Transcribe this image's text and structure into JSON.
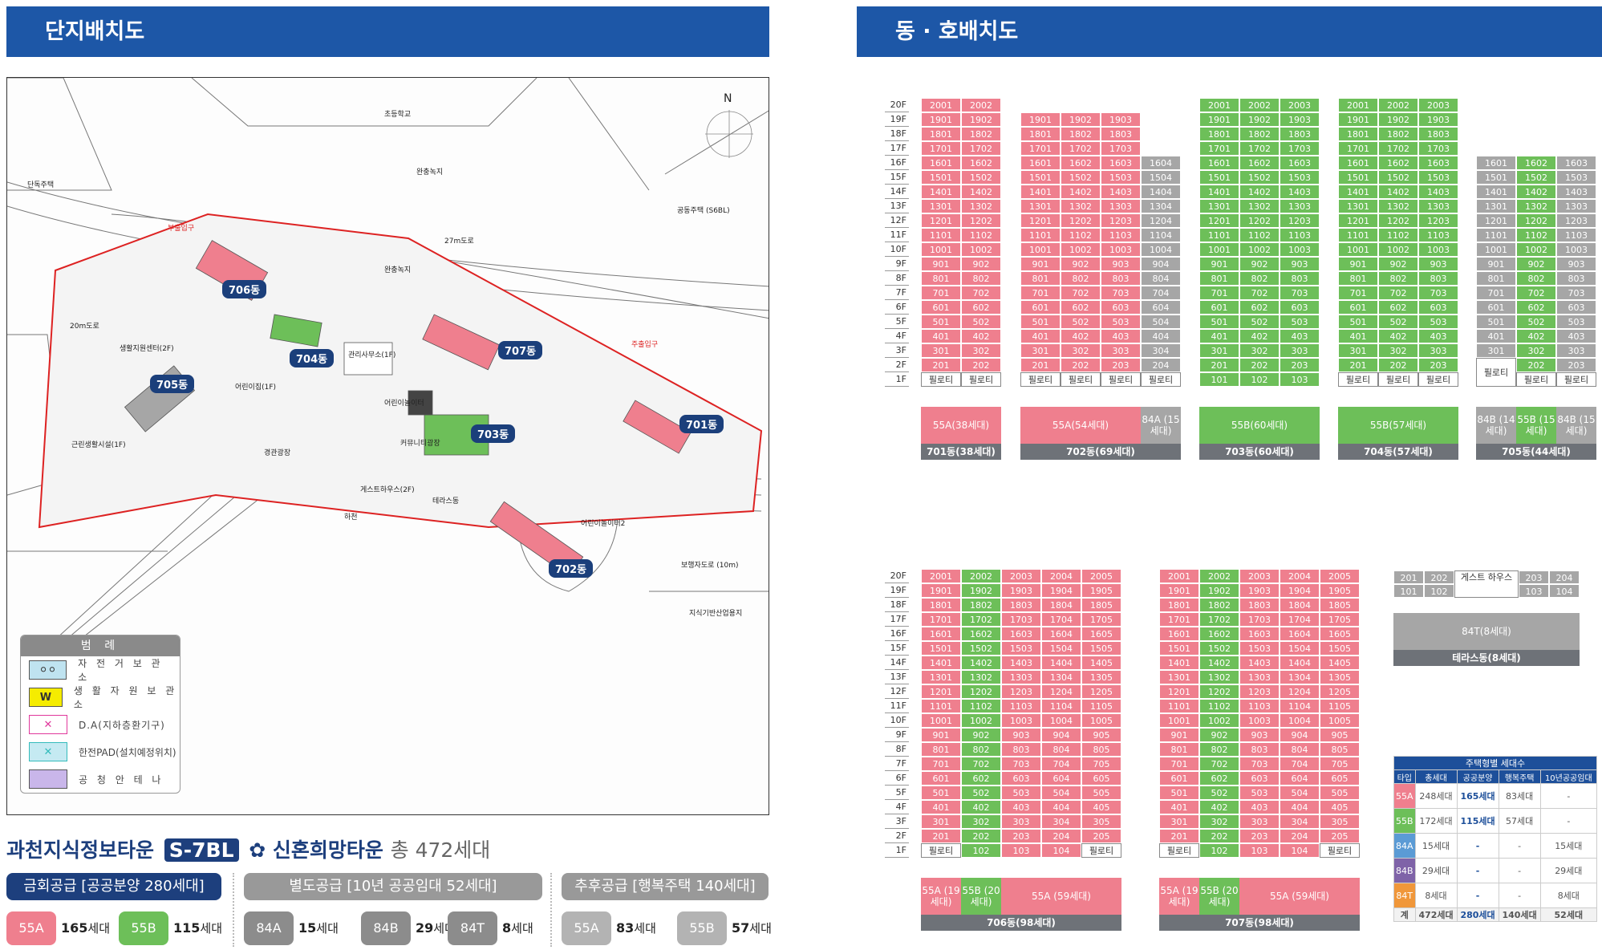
{
  "headers": {
    "left": "단지배치도",
    "right": "동 · 호배치도"
  },
  "map": {
    "labels": [
      "초등학교",
      "완충녹지",
      "단독주택",
      "공동주택 (S6BL)",
      "27m도로",
      "20m도로",
      "완충녹지",
      "어린이집(1F)",
      "관리사무소(1F)",
      "어린이놀이터",
      "커뮤니티광장",
      "게스트하우스(2F)",
      "하천",
      "어린이놀이터2",
      "보행자도로 (10m)",
      "지식기반산업용지",
      "경관광장",
      "주출입구",
      "부출입구",
      "근린생활시설(1F)",
      "생활지원센터(2F)",
      "테라스동"
    ],
    "dongs": [
      "706동",
      "704동",
      "705동",
      "703동",
      "707동",
      "701동",
      "702동"
    ],
    "north": "N"
  },
  "legend": {
    "title": "범 례",
    "items": [
      {
        "sw": "",
        "label": "자 전 거 보 관 소",
        "icon": "bicycle-icon"
      },
      {
        "sw": "W",
        "label": "생 활 자 원 보 관 소",
        "icon": "waste-icon"
      },
      {
        "sw": "",
        "label": "D.A(지하층환기구)",
        "icon": "vent-icon"
      },
      {
        "sw": "",
        "label": "한전PAD(설치예정위치)",
        "icon": "power-icon"
      },
      {
        "sw": "",
        "label": "공 청 안 테 나",
        "icon": "antenna-icon"
      }
    ]
  },
  "summary": {
    "title": "과천지식정보타운",
    "tag": "S-7BL",
    "brand": "신혼희망타운",
    "total": "총 472세대",
    "groups": [
      {
        "label": "금회공급 [공공분양 280세대]",
        "color": "#1d3f7d"
      },
      {
        "label": "별도공급 [10년 공공임대 52세대]",
        "color": "#999999"
      },
      {
        "label": "추후공급 [행복주택 140세대]",
        "color": "#999999"
      }
    ],
    "chips": [
      {
        "t": "55A",
        "c": "165",
        "color": "#ef7f8e"
      },
      {
        "t": "55B",
        "c": "115",
        "color": "#6dbf59"
      },
      {
        "t": "84A",
        "c": "15",
        "color": "#8c8c8c"
      },
      {
        "t": "84B",
        "c": "29",
        "color": "#8c8c8c"
      },
      {
        "t": "84T",
        "c": "8",
        "color": "#8c8c8c"
      },
      {
        "t": "55A",
        "c": "83",
        "color": "#b3b3b3"
      },
      {
        "t": "55B",
        "c": "57",
        "color": "#b3b3b3"
      }
    ],
    "unit": "세대"
  },
  "units": {
    "pilotis": "필로티"
  },
  "blocks": [
    {
      "name": "701동(38세대)",
      "floors": [
        20,
        20
      ],
      "pil": [
        1,
        1
      ],
      "colors": [
        "p",
        "p"
      ],
      "types": [
        {
          "t": "55A(38세대)",
          "c": "p",
          "w": 2
        }
      ]
    },
    {
      "name": "702동(69세대)",
      "floors": [
        19,
        19,
        19,
        16
      ],
      "pil": [
        1,
        1,
        1,
        1
      ],
      "colors": [
        "p",
        "p",
        "p",
        "gr"
      ],
      "types": [
        {
          "t": "55A(54세대)",
          "c": "p",
          "w": 3
        },
        {
          "t": "84A (15세대)",
          "c": "gr",
          "w": 1
        }
      ]
    },
    {
      "name": "703동(60세대)",
      "floors": [
        20,
        20,
        20
      ],
      "pil": [
        0,
        0,
        0
      ],
      "colors": [
        "g",
        "g",
        "g"
      ],
      "types": [
        {
          "t": "55B(60세대)",
          "c": "g",
          "w": 3
        }
      ]
    },
    {
      "name": "704동(57세대)",
      "floors": [
        20,
        20,
        20
      ],
      "pil": [
        1,
        1,
        1
      ],
      "colors": [
        "g",
        "g",
        "g"
      ],
      "types": [
        {
          "t": "55B(57세대)",
          "c": "g",
          "w": 3
        }
      ]
    },
    {
      "name": "705동(44세대)",
      "floors": [
        16,
        16,
        16
      ],
      "pil": [
        2,
        1,
        1
      ],
      "colors": [
        "gr",
        "g",
        "gr"
      ],
      "types": [
        {
          "t": "84B (14세대)",
          "c": "gr",
          "w": 1
        },
        {
          "t": "55B (15세대)",
          "c": "g",
          "w": 1
        },
        {
          "t": "84B (15세대)",
          "c": "gr",
          "w": 1
        }
      ]
    },
    {
      "name": "706동(98세대)",
      "floors": [
        20,
        20,
        20,
        20,
        20
      ],
      "pil": [
        1,
        0,
        0,
        0,
        1
      ],
      "colors": [
        "p",
        "g",
        "p",
        "p",
        "p"
      ],
      "types": [
        {
          "t": "55A (19세대)",
          "c": "p",
          "w": 1
        },
        {
          "t": "55B (20세대)",
          "c": "g",
          "w": 1
        },
        {
          "t": "55A (59세대)",
          "c": "p",
          "w": 3
        }
      ]
    },
    {
      "name": "707동(98세대)",
      "floors": [
        20,
        20,
        20,
        20,
        20
      ],
      "pil": [
        1,
        0,
        0,
        0,
        1
      ],
      "colors": [
        "p",
        "g",
        "p",
        "p",
        "p"
      ],
      "types": [
        {
          "t": "55A (19세대)",
          "c": "p",
          "w": 1
        },
        {
          "t": "55B (20세대)",
          "c": "g",
          "w": 1
        },
        {
          "t": "55A (59세대)",
          "c": "p",
          "w": 3
        }
      ]
    }
  ],
  "terrace": {
    "name": "테라스동(8세대)",
    "type": "84T(8세대)",
    "top": [
      "201",
      "202",
      "203",
      "204"
    ],
    "bottom": [
      "101",
      "102",
      "103",
      "104"
    ],
    "mid": "게스트 하우스"
  },
  "table": {
    "title": "주택형별 세대수",
    "head": [
      "타입",
      "총세대",
      "공공분양",
      "행복주택",
      "10년공공임대"
    ],
    "rows": [
      {
        "t": "55A",
        "c": "#ef7f8e",
        "v": [
          "248세대",
          "165세대",
          "83세대",
          "-"
        ]
      },
      {
        "t": "55B",
        "c": "#6dbf59",
        "v": [
          "172세대",
          "115세대",
          "57세대",
          "-"
        ]
      },
      {
        "t": "84A",
        "c": "#5b9bd5",
        "v": [
          "15세대",
          "-",
          "-",
          "15세대"
        ]
      },
      {
        "t": "84B",
        "c": "#7f63a8",
        "v": [
          "29세대",
          "-",
          "-",
          "29세대"
        ]
      },
      {
        "t": "84T",
        "c": "#f0973a",
        "v": [
          "8세대",
          "-",
          "-",
          "8세대"
        ]
      }
    ],
    "total": [
      "계",
      "472세대",
      "280세대",
      "140세대",
      "52세대"
    ]
  }
}
